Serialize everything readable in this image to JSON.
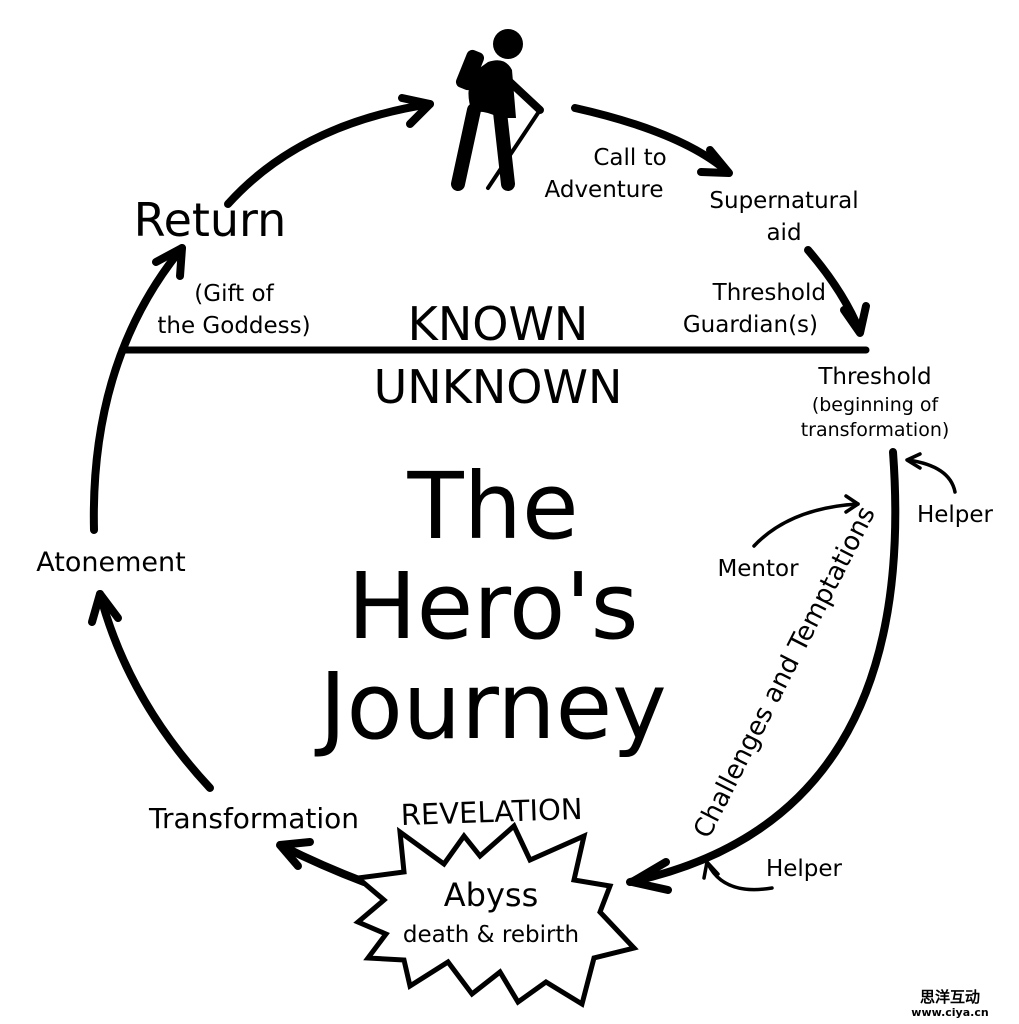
{
  "title": {
    "line1": "The",
    "line2": "Hero's",
    "line3": "Journey"
  },
  "divider": {
    "known": "KNOWN",
    "unknown": "UNKNOWN"
  },
  "stages": {
    "call_line1": "Call to",
    "call_line2": "Adventure",
    "aid_line1": "Supernatural",
    "aid_line2": "aid",
    "guardian_line1": "Threshold",
    "guardian_line2": "Guardian(s)",
    "threshold": "Threshold",
    "threshold_sub1": "(beginning of",
    "threshold_sub2": "transformation)",
    "helper_top": "Helper",
    "mentor": "Mentor",
    "challenges": "Challenges and Temptations",
    "helper_bottom": "Helper",
    "revelation": "REVELATION",
    "abyss": "Abyss",
    "abyss_sub": "death & rebirth",
    "transformation": "Transformation",
    "atonement": "Atonement",
    "return": "Return",
    "gift_line1": "(Gift of",
    "gift_line2": "the Goddess)"
  },
  "icons": {
    "hero": "hiker-icon",
    "abyss": "starburst-icon"
  },
  "watermark": {
    "cn": "思洋互动",
    "url": "www.ciya.cn"
  },
  "colors": {
    "ink": "#000000",
    "background": "#ffffff"
  }
}
